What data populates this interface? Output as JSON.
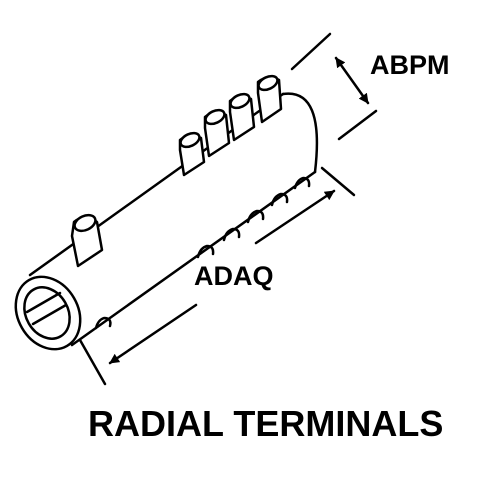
{
  "dimension_labels": {
    "diameter": "ABPM",
    "length": "ADAQ"
  },
  "caption": "RADIAL TERMINALS",
  "colors": {
    "ink": "#000000",
    "paper": "#ffffff"
  }
}
